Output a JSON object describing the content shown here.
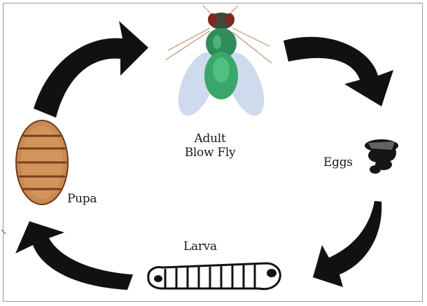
{
  "stages": {
    "adult": {
      "label_line1": "Adult",
      "label_line2": "Blow Fly",
      "icon": "blow-fly"
    },
    "eggs": {
      "label": "Eggs",
      "icon": "egg-cluster"
    },
    "larva": {
      "label": "Larva",
      "icon": "maggot"
    },
    "pupa": {
      "label": "Pupa",
      "icon": "pupa-case"
    }
  },
  "credit": [
    "",
    "",
    ""
  ],
  "colors": {
    "arrow": "#111111",
    "fly_body": "#3aa66a",
    "fly_wing": "#c6d4ea",
    "pupa": "#c98a52",
    "pupa_bands": "#7a3f1c"
  }
}
